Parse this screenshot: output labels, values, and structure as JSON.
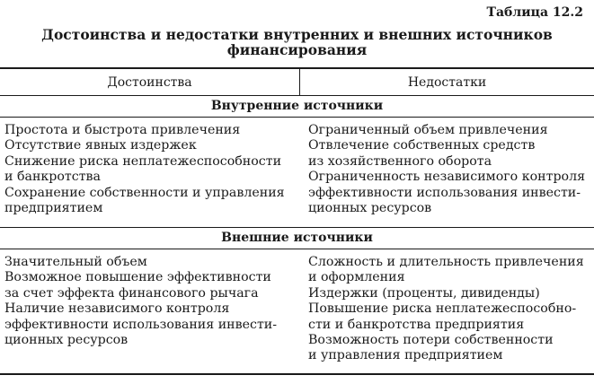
{
  "table_number": "Таблица 12.2",
  "title_lines": [
    "Достоинства и недостатки внутренних и внешних источников",
    "финансирования"
  ],
  "columns": [
    "Достоинства",
    "Недостатки"
  ],
  "sections": [
    {
      "heading": "Внутренние источники",
      "advantages_lines": [
        "Простота и быстрота привлечения",
        "Отсутствие явных издержек",
        "Снижение риска неплатежеспособности",
        "и банкротства",
        "Сохранение собственности и управления",
        "предприятием"
      ],
      "disadvantages_lines": [
        "Ограниченный объем привлечения",
        "Отвлечение собственных средств",
        "из хозяйственного оборота",
        "Ограниченность независимого контроля",
        "эффективности использования инвести-",
        "ционных ресурсов"
      ]
    },
    {
      "heading": "Внешние источники",
      "advantages_lines": [
        "Значительный объем",
        "Возможное повышение эффективности",
        "за счет эффекта финансового рычага",
        "Наличие независимого контроля",
        "эффективности использования инвести-",
        "ционных ресурсов"
      ],
      "disadvantages_lines": [
        "Сложность и длительность привлечения",
        "и оформления",
        "Издержки (проценты, дивиденды)",
        "Повышение риска неплатежеспособно-",
        "сти и банкротства предприятия",
        "Возможность потери собственности",
        "и управления предприятием"
      ]
    }
  ]
}
